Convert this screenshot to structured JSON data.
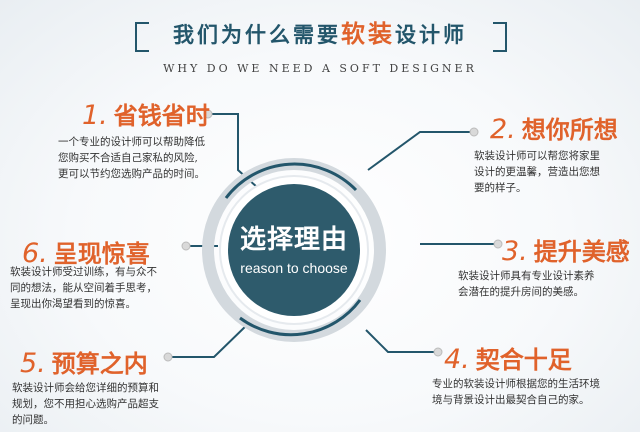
{
  "header": {
    "title_part1": "我们为什么需要",
    "title_highlight": "软装",
    "title_part2": "设计师",
    "subtitle": "WHY DO WE NEED A SOFT DESIGNER"
  },
  "center": {
    "title": "选择理由",
    "subtitle": "reason to choose"
  },
  "reasons": [
    {
      "num": "1.",
      "title": "省钱省时",
      "desc_lines": [
        "一个专业的设计师可以帮助降低",
        "您购买不合适自己家私的风险,",
        "更可以节约您选购产品的时间。"
      ]
    },
    {
      "num": "2.",
      "title": "想你所想",
      "desc_lines": [
        "软装设计师可以帮您将家里",
        "设计的更温馨，营造出您想",
        "要的样子。"
      ]
    },
    {
      "num": "3.",
      "title": "提升美感",
      "desc_lines": [
        "软装设计师具有专业设计素养",
        "会潜在的提升房间的美感。"
      ]
    },
    {
      "num": "4.",
      "title": "契合十足",
      "desc_lines": [
        "专业的软装设计师根据您的生活环境",
        "境与背景设计出最契合自己的家。"
      ]
    },
    {
      "num": "5.",
      "title": "预算之内",
      "desc_lines": [
        "软装设计师会给您详细的预算和",
        "规划，您不用担心选购产品超支",
        "的问题。"
      ]
    },
    {
      "num": "6.",
      "title": "呈现惊喜",
      "desc_lines": [
        "软装设计师受过训练，有与众不",
        "同的想法，能从空间着手思考，",
        "呈现出你渴望看到的惊喜。"
      ]
    }
  ],
  "colors": {
    "accent": "#e0622b",
    "dark_teal": "#23566b",
    "circle": "#2e5b6c"
  }
}
